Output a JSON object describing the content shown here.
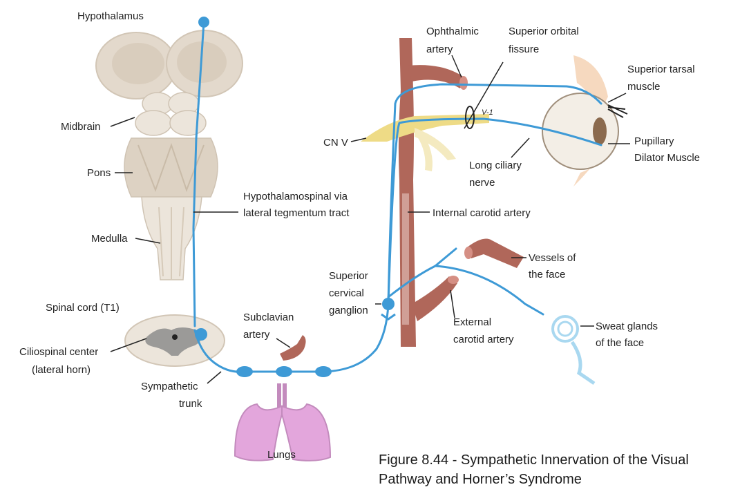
{
  "labels": {
    "hypothalamus": "Hypothalamus",
    "midbrain": "Midbrain",
    "pons": "Pons",
    "medulla": "Medulla",
    "spinal_cord": "Spinal cord (T1)",
    "ciliospinal_1": "Ciliospinal center",
    "ciliospinal_2": "(lateral horn)",
    "sympathetic_1": "Sympathetic",
    "sympathetic_2": "trunk",
    "hypothalamospinal_1": "Hypothalamospinal via",
    "hypothalamospinal_2": "lateral tegmentum tract",
    "subclavian_1": "Subclavian",
    "subclavian_2": "artery",
    "lungs": "Lungs",
    "superior_cervical_1": "Superior",
    "superior_cervical_2": "cervical",
    "superior_cervical_3": "ganglion",
    "ophthalmic_1": "Ophthalmic",
    "ophthalmic_2": "artery",
    "sof_1": "Superior orbital",
    "sof_2": "fissure",
    "cn5": "CN V",
    "v1": "V-1",
    "long_ciliary_1": "Long ciliary",
    "long_ciliary_2": "nerve",
    "internal_carotid": "Internal carotid artery",
    "superior_tarsal_1": "Superior tarsal",
    "superior_tarsal_2": "muscle",
    "pupillary_1": "Pupillary",
    "pupillary_2": "Dilator Muscle",
    "vessels_1": "Vessels of",
    "vessels_2": "the face",
    "external_carotid_1": "External",
    "external_carotid_2": "carotid artery",
    "sweat_1": "Sweat glands",
    "sweat_2": "of the face"
  },
  "caption": {
    "line1": "Figure 8.44 - Sympathetic Innervation of the Visual",
    "line2": "Pathway and Horner’s Syndrome"
  },
  "colors": {
    "nerve": "#3e9ad6",
    "brainstem": "#e6ddd1",
    "brainstem_shade": "#cfc3b3",
    "artery": "#b0675a",
    "lungs": "#e3a6dc",
    "trigeminal": "#eedb86",
    "sweat_gland": "#a9d8f0"
  }
}
